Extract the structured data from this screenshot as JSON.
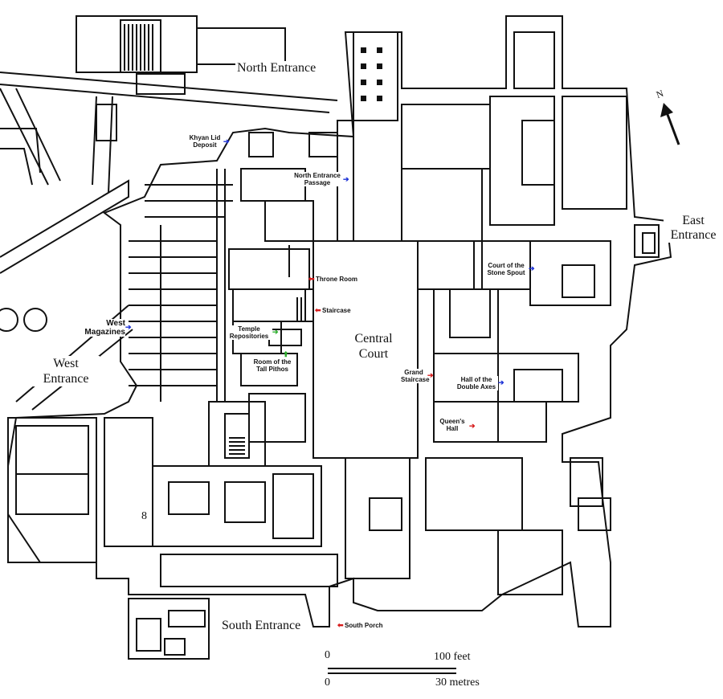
{
  "labels": {
    "north_entrance": "North Entrance",
    "east_entrance": "East Entrance",
    "west_entrance": "West Entrance",
    "south_entrance": "South Entrance",
    "central_court": "Central Court",
    "khyan_lid_deposit": "Khyan Lid Deposit",
    "north_entrance_passage": "North Entrance Passage",
    "throne_room": "Throne Room",
    "staircase": "Staircase",
    "temple_repositories": "Temple Repositories",
    "room_of_tall_pithos": "Room of the Tall Pithos",
    "west_magazines": "West Magazines",
    "court_of_stone_spout": "Court of the Stone Spout",
    "grand_staircase": "Grand Staircase",
    "hall_of_double_axes": "Hall of the Double Axes",
    "queens_hall": "Queen's Hall",
    "south_porch": "South Porch",
    "room_number": "8",
    "north_letter": "N"
  },
  "scale": {
    "zero_top": "0",
    "zero_bottom": "0",
    "feet": "100 feet",
    "metres": "30 metres"
  },
  "colors": {
    "ink": "#111111",
    "blue_arrow": "#1a2fd6",
    "red_arrow": "#d61a1a",
    "green_arrow": "#2fae2f"
  }
}
